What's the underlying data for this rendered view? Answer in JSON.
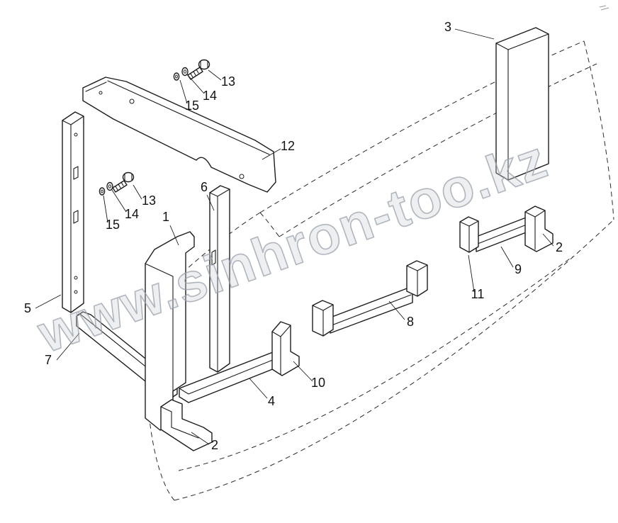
{
  "diagram": {
    "type": "exploded-parts-diagram",
    "description": "Exploded-view line drawing of a guard / bumper frame assembly with numbered part callouts and a dashed outline of the surrounding shell",
    "background": "#ffffff",
    "line_color": "#1c1c1c",
    "watermark": {
      "text": "www.sinhron-too.kz",
      "color": "#9aa0ab"
    },
    "callouts": {
      "part1": "1",
      "part2_bottom": "2",
      "part2_right": "2",
      "part3": "3",
      "part4": "4",
      "part5": "5",
      "part6": "6",
      "part7": "7",
      "part8": "8",
      "part9": "9",
      "part10": "10",
      "part11": "11",
      "part12": "12",
      "part13_top": "13",
      "part13_mid": "13",
      "part14_top": "14",
      "part14_mid": "14",
      "part15_top": "15",
      "part15_mid": "15"
    }
  }
}
